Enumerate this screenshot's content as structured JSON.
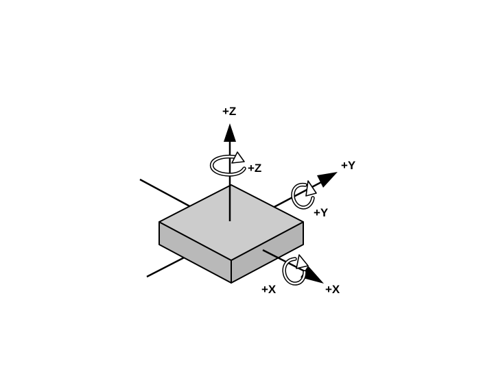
{
  "labels": {
    "z_axis": "+Z",
    "z_rotation": "+Z",
    "y_axis": "+Y",
    "y_rotation": "+Y",
    "x_axis": "+X",
    "x_rotation": "+X"
  },
  "colors": {
    "top_face": "#cccccc",
    "side_face": "#b9b9b9",
    "outline": "#000000",
    "background": "#ffffff"
  },
  "icons": {
    "z_rotation": "rotation-arrow-icon",
    "y_rotation": "rotation-arrow-icon",
    "x_rotation": "rotation-arrow-icon"
  }
}
